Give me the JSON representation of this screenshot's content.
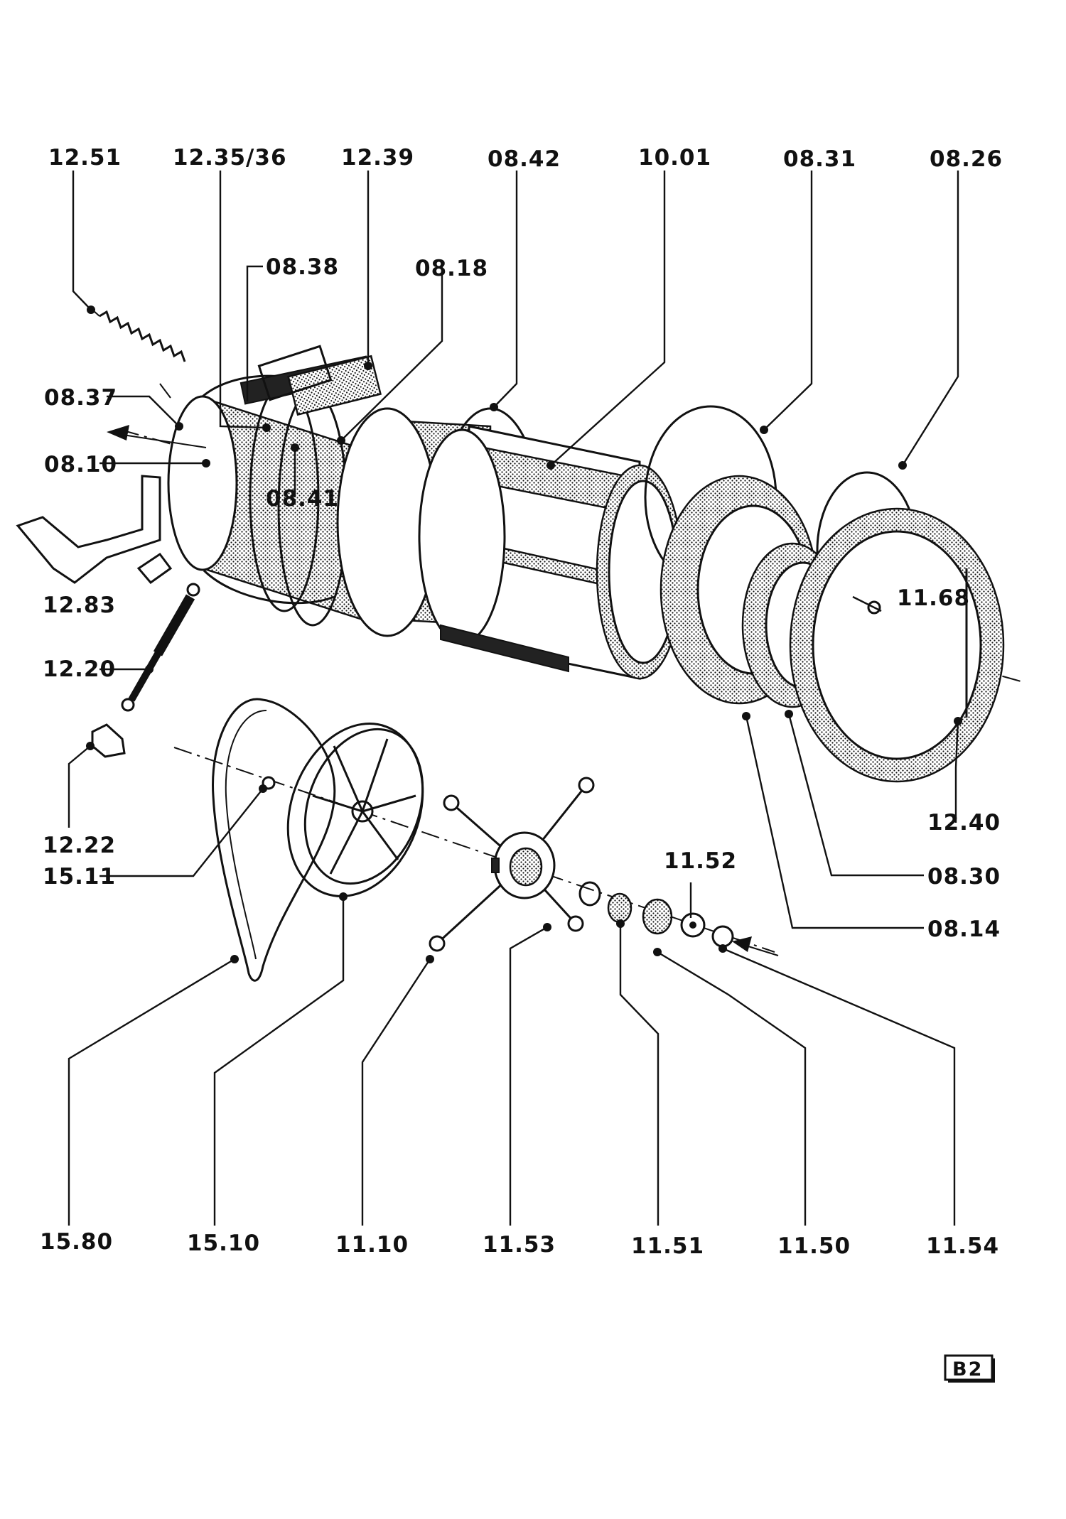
{
  "labels": {
    "l1251": "12.51",
    "l1235": "12.35/36",
    "l1239": "12.39",
    "l0842": "08.42",
    "l1001": "10.01",
    "l0831": "08.31",
    "l0826": "08.26",
    "l0838": "08.38",
    "l0818": "08.18",
    "l0837": "08.37",
    "l0810": "08.10",
    "l0841": "08.41",
    "l1283": "12.83",
    "l1220": "12.20",
    "l1168": "11.68",
    "l1240": "12.40",
    "l1152": "11.52",
    "l0830": "08.30",
    "l0814": "08.14",
    "l1222": "12.22",
    "l1511": "15.11",
    "l1580": "15.80",
    "l1510": "15.10",
    "l1110": "11.10",
    "l1153": "11.53",
    "l1151": "11.51",
    "l1150": "11.50",
    "l1154": "11.54"
  },
  "page_ref": "B2"
}
